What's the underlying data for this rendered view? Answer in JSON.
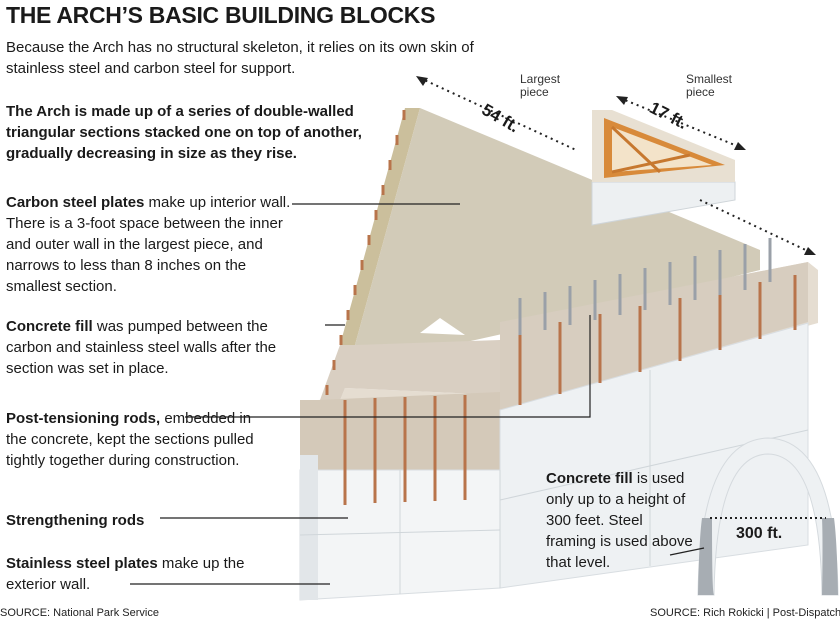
{
  "title": "THE ARCH’S BASIC BUILDING BLOCKS",
  "intro": "Because the Arch has no structural skeleton, it relies on its own skin of stainless steel and carbon steel for support.",
  "sections_text": "The Arch is made up of a series of double-walled triangular sections stacked one on top of another, gradually decreasing in size as they rise.",
  "labels": {
    "carbon": {
      "term": "Carbon steel plates",
      "text": " make up interior wall. There is a 3-foot space between the inner and outer wall in the largest piece, and narrows to less than 8 inches on the smallest section."
    },
    "fill": {
      "term": "Concrete fill",
      "text": " was pumped between the carbon and stainless steel walls after the section was set in place."
    },
    "rods": {
      "term": "Post-tensioning rods,",
      "text": " embedded in the concrete, kept the sections pulled tightly together during construction."
    },
    "strength": {
      "term": "Strengthening rods"
    },
    "stainless": {
      "term": "Stainless steel plates",
      "text": " make up the exterior wall."
    }
  },
  "fill_note": {
    "term": "Concrete fill",
    "text": " is used only up to a height of 300 feet. Steel framing is used above that level."
  },
  "pieces": {
    "largest_label": "Largest piece",
    "smallest_label": "Smallest piece",
    "largest_size": "54 ft.",
    "smallest_size": "17 ft.",
    "arch_height": "300 ft."
  },
  "sources": {
    "left": "SOURCE: National Park Service",
    "right": "SOURCE: Rich Rokicki  |  Post-Dispatch"
  },
  "colors": {
    "steel_light": "#f2f4f5",
    "concrete": "#d9cfc2",
    "carbon_wall": "#cfc8b6",
    "rod": "#b5734a",
    "gray_rod": "#9aa0a8",
    "accent_orange": "#d88a3a"
  }
}
